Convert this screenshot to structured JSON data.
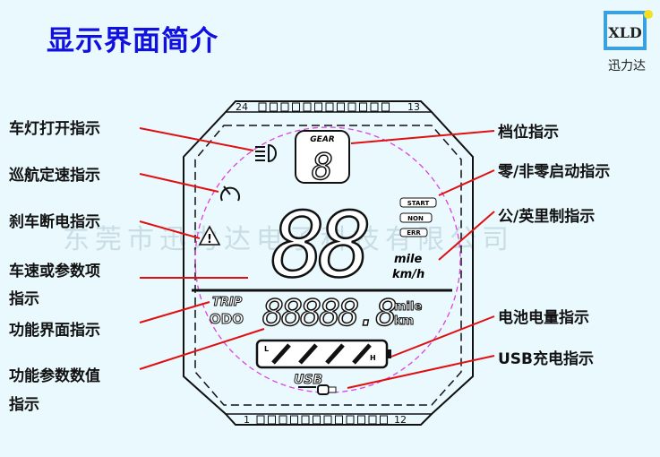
{
  "title": "显示界面简介",
  "logo": {
    "text": "XLD",
    "caption": "迅力达"
  },
  "watermark": "东莞市迅力达电子科技有限公司",
  "left_labels": [
    "车灯打开指示",
    "巡航定速指示",
    "刹车断电指示",
    "车速或参数项",
    "指示",
    "功能界面指示",
    "功能参数数值",
    "指示"
  ],
  "right_labels": [
    "档位指示",
    "零/非零启动指示",
    "公/英里制指示",
    "电池电量指示",
    "USB充电指示"
  ],
  "lcd": {
    "top_scale": {
      "left": "24",
      "right": "13"
    },
    "bottom_scale": {
      "left": "1",
      "right": "12"
    },
    "gear": "GEAR",
    "start_badges": [
      "START",
      "NON",
      "ERR"
    ],
    "speed_units": [
      "mile",
      "km/h"
    ],
    "trip": "TRIP",
    "odo": "ODO",
    "odo_units": [
      "mile",
      "km"
    ],
    "battery": {
      "low": "L",
      "high": "H"
    },
    "usb": "USB"
  },
  "colors": {
    "title": "#1010e0",
    "leader": "#e01010",
    "circle": "#e040e0"
  }
}
